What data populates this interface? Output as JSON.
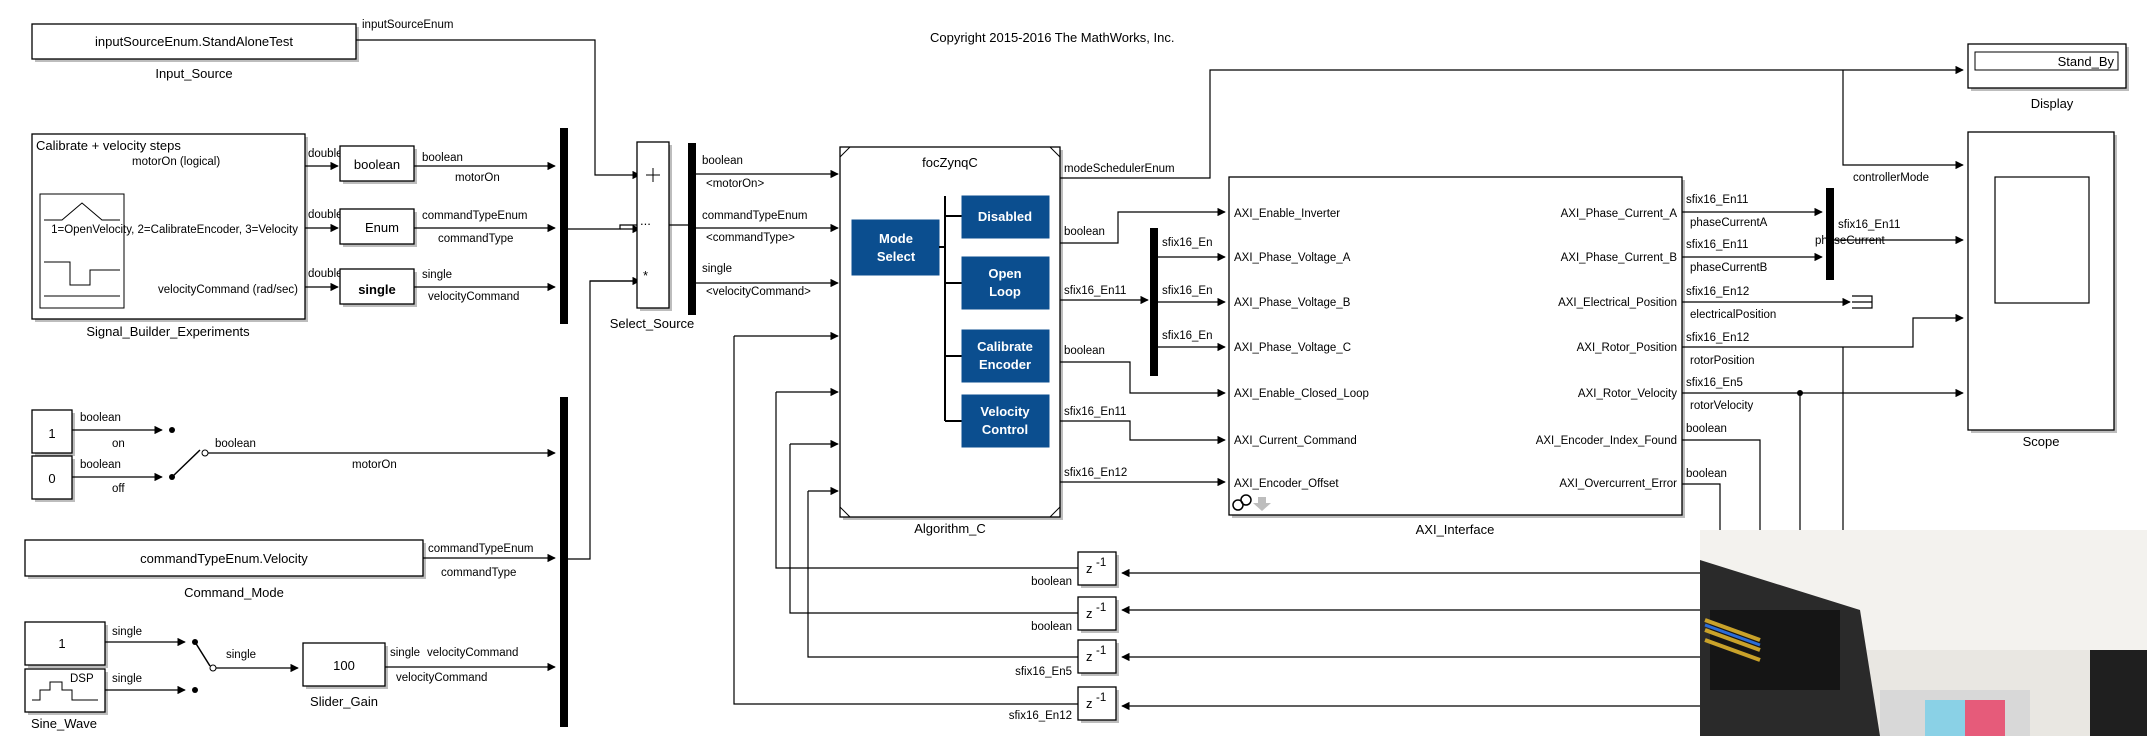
{
  "copyright": "Copyright 2015-2016 The MathWorks, Inc.",
  "input_source": {
    "block_text": "inputSourceEnum.StandAloneTest",
    "name": "Input_Source",
    "signal": "inputSourceEnum"
  },
  "signal_builder": {
    "title": "Calibrate + velocity steps",
    "name": "Signal_Builder_Experiments",
    "port1": "motorOn (logical)",
    "port2": "1=OpenVelocity, 2=CalibrateEncoder, 3=Velocity",
    "port3": "velocityCommand (rad/sec)",
    "out_type": "double"
  },
  "conversions": {
    "boolean": "boolean",
    "enum": "Enum",
    "single": "single",
    "out1_type": "boolean",
    "out1_name": "motorOn",
    "out2_type": "commandTypeEnum",
    "out2_name": "commandType",
    "out3_type": "single",
    "out3_name": "velocityCommand"
  },
  "manual_switch": {
    "const_on": "1",
    "const_off": "0",
    "on": "on",
    "off": "off",
    "type": "boolean",
    "out_type": "boolean",
    "signal": "motorOn"
  },
  "command_mode": {
    "block_text": "commandTypeEnum.Velocity",
    "name": "Command_Mode",
    "type": "commandTypeEnum",
    "signal": "commandType"
  },
  "sine": {
    "const": "1",
    "dsp": "DSP",
    "name": "Sine_Wave",
    "type": "single",
    "switch_out": "single",
    "gain": "100",
    "gain_name": "Slider_Gain",
    "out_type": "single",
    "out_cmd": "velocityCommand",
    "signal": "velocityCommand"
  },
  "select_source": {
    "name": "Select_Source",
    "star": "*",
    "dots": "..."
  },
  "bus_out": {
    "t1": "boolean",
    "s1": "<motorOn>",
    "t2": "commandTypeEnum",
    "s2": "<commandType>",
    "t3": "single",
    "s3": "<velocityCommand>"
  },
  "algorithm": {
    "title": "focZynqC",
    "name": "Algorithm_C",
    "mode_select": "Mode Select",
    "states": [
      "Disabled",
      "Open Loop",
      "Calibrate Encoder",
      "Velocity Control"
    ],
    "out1": "modeSchedulerEnum",
    "out2": "boolean",
    "out3": "sfix16_En11",
    "out4": "boolean",
    "out5": "sfix16_En11",
    "out6": "sfix16_En12"
  },
  "demux_labels": [
    "sfix16_En",
    "sfix16_En",
    "sfix16_En"
  ],
  "axi": {
    "name": "AXI_Interface",
    "inputs": [
      "AXI_Enable_Inverter",
      "AXI_Phase_Voltage_A",
      "AXI_Phase_Voltage_B",
      "AXI_Phase_Voltage_C",
      "AXI_Enable_Closed_Loop",
      "AXI_Current_Command",
      "AXI_Encoder_Offset"
    ],
    "outputs": [
      "AXI_Phase_Current_A",
      "AXI_Phase_Current_B",
      "AXI_Electrical_Position",
      "AXI_Rotor_Position",
      "AXI_Rotor_Velocity",
      "AXI_Encoder_Index_Found",
      "AXI_Overcurrent_Error"
    ]
  },
  "axi_out_types": [
    "sfix16_En11",
    "sfix16_En11",
    "sfix16_En12",
    "sfix16_En12",
    "sfix16_En5",
    "boolean",
    "boolean"
  ],
  "axi_out_names": [
    "phaseCurrentA",
    "phaseCurrentB",
    "electricalPosition",
    "rotorPosition",
    "rotorVelocity"
  ],
  "mux_out": {
    "type": "sfix16_En11",
    "name": "phaseCurrent"
  },
  "display": {
    "value": "Stand_By",
    "name": "Display"
  },
  "scope": {
    "name": "Scope",
    "signal": "controllerMode"
  },
  "delays": [
    {
      "label": "z",
      "exp": "-1",
      "type": "boolean"
    },
    {
      "label": "z",
      "exp": "-1",
      "type": "boolean"
    },
    {
      "label": "z",
      "exp": "-1",
      "type": "sfix16_En5"
    },
    {
      "label": "z",
      "exp": "-1",
      "type": "sfix16_En12"
    }
  ]
}
